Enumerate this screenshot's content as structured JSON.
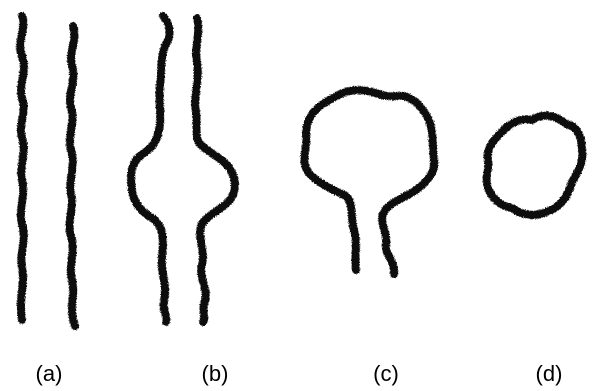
{
  "figure": {
    "panels": [
      {
        "id": "a",
        "label": "(a)"
      },
      {
        "id": "b",
        "label": "(b)"
      },
      {
        "id": "c",
        "label": "(c)"
      },
      {
        "id": "d",
        "label": "(d)"
      }
    ],
    "colors": {
      "stroke": "#0b0b0b",
      "label": "#000000",
      "background": "#ffffff"
    }
  }
}
